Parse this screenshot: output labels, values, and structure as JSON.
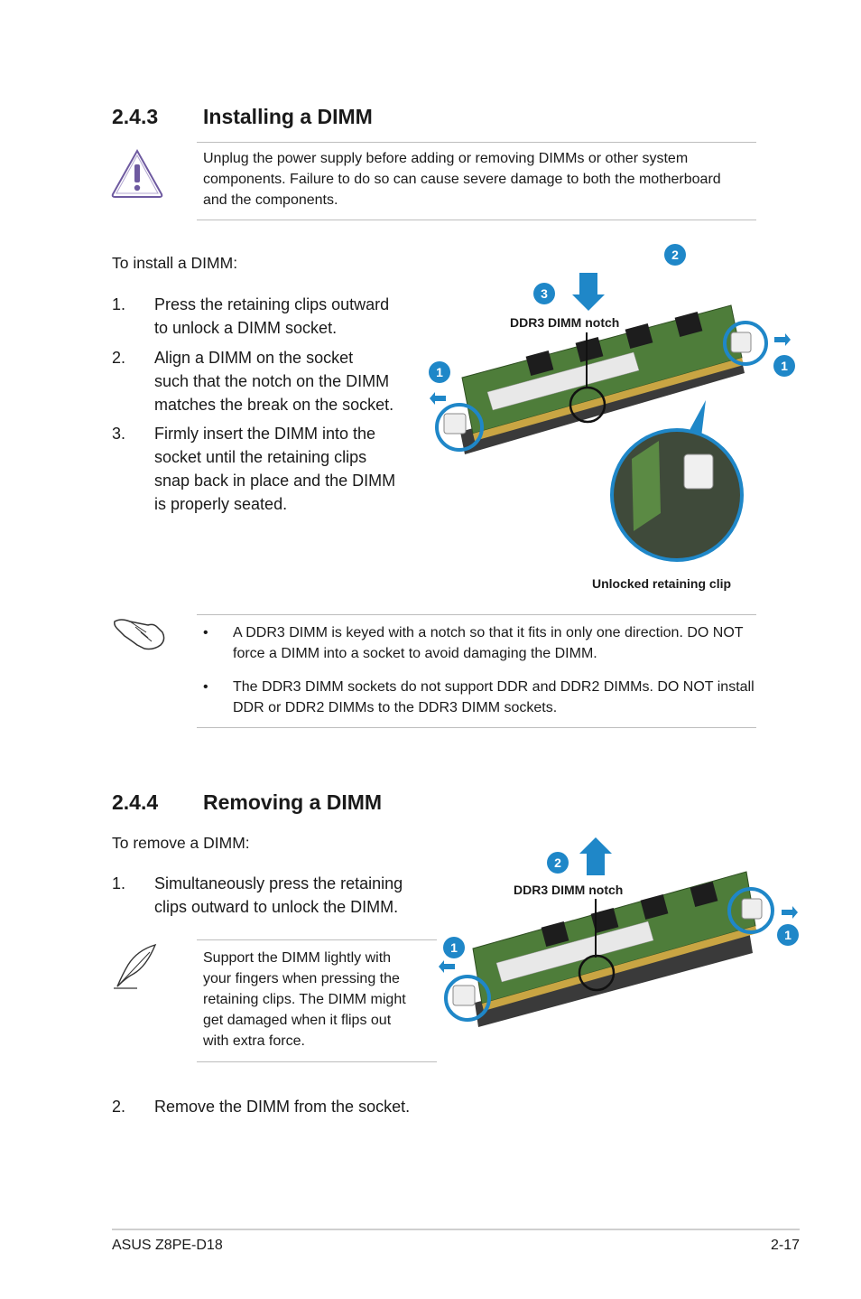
{
  "section_243": {
    "number": "2.4.3",
    "title": "Installing a DIMM",
    "warning_text": "Unplug the power supply before adding or removing DIMMs or other system components. Failure to do so can cause severe damage to both the motherboard and the components.",
    "intro": "To install a DIMM:",
    "steps": [
      {
        "num": "1.",
        "lines": [
          "Press the retaining clips outward",
          "to unlock a DIMM socket."
        ]
      },
      {
        "num": "2.",
        "lines": [
          "Align a DIMM on the socket",
          "such that the notch on the DIMM",
          "matches the break on the socket."
        ]
      },
      {
        "num": "3.",
        "lines": [
          "Firmly insert the DIMM into the",
          "socket until the retaining clips",
          "snap back in place and the DIMM",
          "is properly seated."
        ]
      }
    ],
    "figure": {
      "notch_label": "DDR3 DIMM notch",
      "clip_label": "Unlocked retaining clip",
      "badges": [
        "1",
        "1",
        "2",
        "3"
      ]
    },
    "notes": [
      "A DDR3 DIMM is keyed with a notch so that it fits in only one direction. DO NOT force a DIMM into a socket to avoid damaging the DIMM.",
      "The DDR3 DIMM sockets do not support DDR and DDR2 DIMMs. DO NOT install DDR or DDR2 DIMMs to the DDR3 DIMM sockets."
    ]
  },
  "section_244": {
    "number": "2.4.4",
    "title": "Removing a DIMM",
    "intro": "To remove a DIMM:",
    "step1": {
      "num": "1.",
      "lines": [
        "Simultaneously press the retaining",
        "clips outward to unlock the DIMM."
      ]
    },
    "tip_lines": [
      "Support the DIMM lightly with",
      "your fingers when pressing the",
      "retaining clips. The DIMM might",
      "get damaged when it flips out",
      "with extra force."
    ],
    "step2": {
      "num": "2.",
      "text": "Remove the DIMM from the socket."
    },
    "figure": {
      "notch_label": "DDR3 DIMM notch",
      "badges": [
        "1",
        "1",
        "2"
      ]
    }
  },
  "footer": {
    "left": "ASUS Z8PE-D18",
    "right": "2-17"
  },
  "colors": {
    "accent_blue": "#1f87c8",
    "pcb_green": "#4e7d3a",
    "rule_gray": "#bdbdbd"
  }
}
